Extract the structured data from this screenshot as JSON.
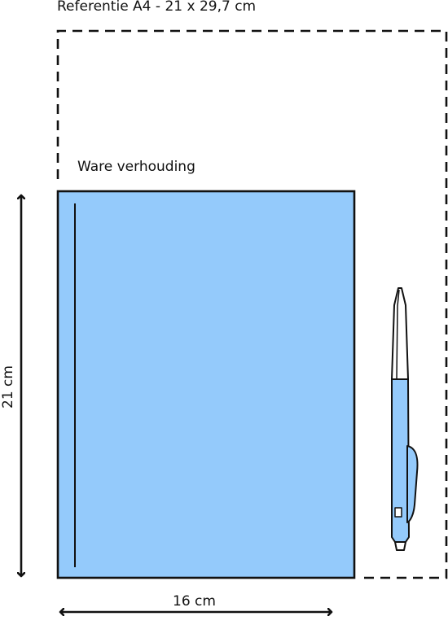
{
  "labels": {
    "reference": "Referentie A4 - 21 x 29,7 cm",
    "true_ratio": "Ware verhouding",
    "width": "16 cm",
    "height": "21 cm"
  },
  "colors": {
    "notebook_fill": "#94CAFB",
    "outline": "#111111",
    "pen_body": "#94CAFB",
    "pen_tip": "#FFFFFF"
  },
  "icons": {
    "pen": "ballpoint-pen-icon",
    "notebook": "notebook-icon"
  }
}
